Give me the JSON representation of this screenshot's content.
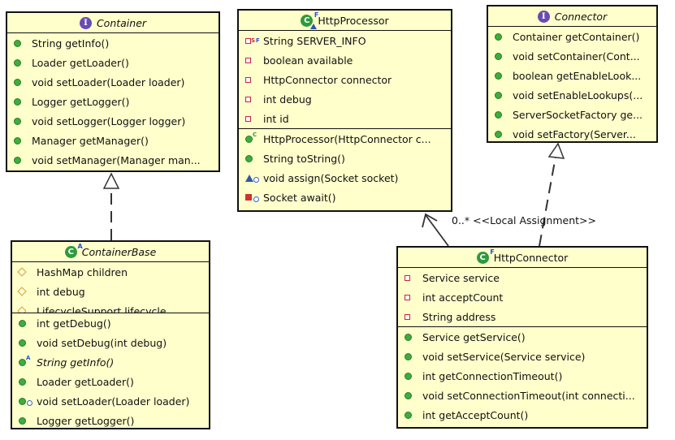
{
  "container": {
    "title": "Container",
    "methods": [
      "String getInfo()",
      "Loader getLoader()",
      "void setLoader(Loader loader)",
      "Logger getLogger()",
      "void setLogger(Logger logger)",
      "Manager getManager()",
      "void setManager(Manager man..."
    ]
  },
  "httpprocessor": {
    "title": "HttpProcessor",
    "fields": [
      "String SERVER_INFO",
      "boolean available",
      "HttpConnector connector",
      "int debug",
      "int id"
    ],
    "methods": [
      "HttpProcessor(HttpConnector c...",
      "String toString()",
      "void assign(Socket socket)",
      "Socket await()"
    ]
  },
  "connector": {
    "title": "Connector",
    "methods": [
      "Container getContainer()",
      "void setContainer(Cont...",
      "boolean getEnableLook...",
      "void setEnableLookups(...",
      "ServerSocketFactory ge...",
      "void setFactory(Server..."
    ]
  },
  "containerbase": {
    "title": "ContainerBase",
    "fields": [
      "HashMap children",
      "int debug",
      "LifecycleSupport lifecycle"
    ],
    "methods": [
      "int getDebug()",
      "void setDebug(int debug)",
      "String getInfo()",
      "Loader getLoader()",
      "void setLoader(Loader loader)",
      "Logger getLogger()"
    ]
  },
  "httpconnector": {
    "title": "HttpConnector",
    "fields": [
      "Service service",
      "int acceptCount",
      "String address"
    ],
    "methods": [
      "Service getService()",
      "void setService(Service service)",
      "int getConnectionTimeout()",
      "void setConnectionTimeout(int connecti...",
      "int getAcceptCount()"
    ]
  },
  "association": {
    "label": "0..* <<Local Assignment>>"
  },
  "colors": {
    "box_fill": "#ffffcc",
    "border": "#111111",
    "public_method": "#3cae3c",
    "private_field": "#cc2244",
    "interface_icon": "#6a4bb4",
    "class_icon": "#2e9a3e"
  }
}
